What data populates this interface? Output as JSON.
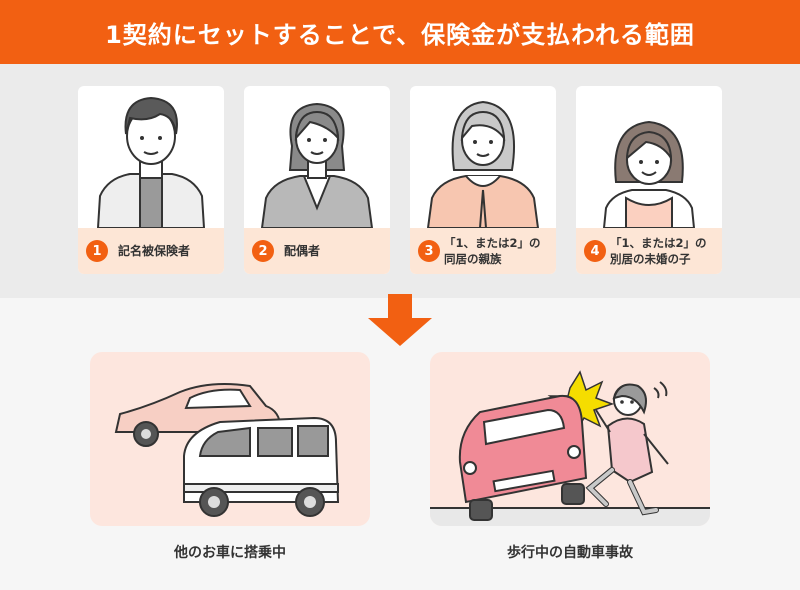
{
  "banner": {
    "title": "1契約にセットすることで、保険金が支払われる範囲"
  },
  "persons": [
    {
      "number": "1",
      "line1": "記名被保険者",
      "line2": ""
    },
    {
      "number": "2",
      "line1": "配偶者",
      "line2": ""
    },
    {
      "number": "3",
      "line1": "「1、または2」の",
      "line2": "同居の親族"
    },
    {
      "number": "4",
      "line1": "「1、または2」の",
      "line2": "別居の未婚の子"
    }
  ],
  "scenes": [
    {
      "caption": "他のお車に搭乗中"
    },
    {
      "caption": "歩行中の自動車事故"
    }
  ],
  "colors": {
    "accent": "#f26012",
    "label_bg": "#fde6d6",
    "scene_bg": "#fde6de"
  }
}
